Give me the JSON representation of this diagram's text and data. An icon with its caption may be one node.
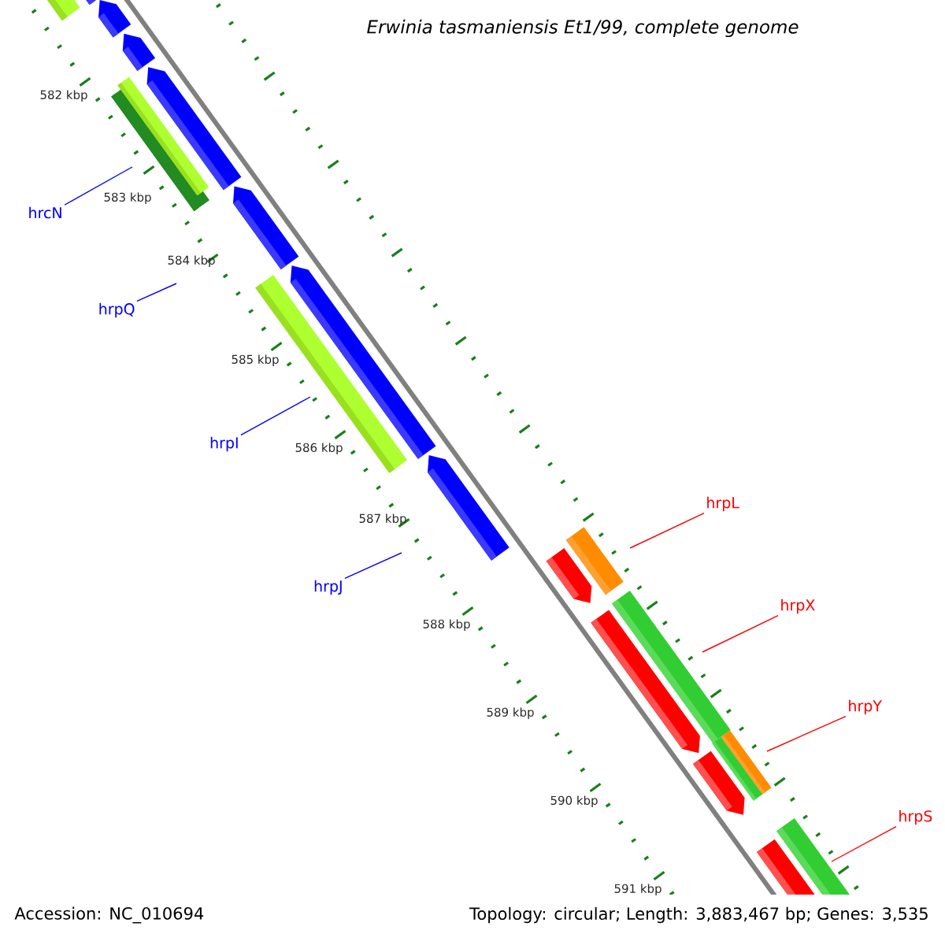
{
  "diagram": {
    "title": "Erwinia tasmaniensis Et1/99, complete genome",
    "nodes": [
      {
        "text": [
          "hrcN"
        ]
      },
      {
        "text": [
          "hrpQ"
        ]
      },
      {
        "text": [
          "hrpI"
        ]
      },
      {
        "text": [
          "hrpJ"
        ]
      },
      {
        "text": [
          "hrpL"
        ]
      },
      {
        "text": [
          "hrpX"
        ]
      },
      {
        "text": [
          "hrpY"
        ]
      },
      {
        "text": [
          "hrpS"
        ]
      }
    ],
    "edges": [
      {
        "from": 0,
        "to": null,
        "arrow": "none",
        "color": "#0000ff"
      },
      {
        "from": 1,
        "to": null,
        "arrow": "none",
        "color": "#0000ff"
      },
      {
        "from": 2,
        "to": null,
        "arrow": "none",
        "color": "#0000ff"
      },
      {
        "from": 3,
        "to": null,
        "arrow": "none",
        "color": "#0000ff"
      },
      {
        "from": 4,
        "to": null,
        "arrow": "none",
        "color": "#ff0000"
      },
      {
        "from": 5,
        "to": null,
        "arrow": "none",
        "color": "#ff0000"
      },
      {
        "from": 6,
        "to": null,
        "arrow": "none",
        "color": "#ff0000"
      },
      {
        "from": 7,
        "to": null,
        "arrow": "none",
        "color": "#ff0000"
      }
    ],
    "labels": [
      "582 kbp",
      "583 kbp",
      "584 kbp",
      "585 kbp",
      "586 kbp",
      "587 kbp",
      "588 kbp",
      "589 kbp",
      "590 kbp",
      "591 kbp",
      "Accession: NC_010694",
      "Topology: circular; Length: 3,883,467 bp; Genes: 3,535"
    ]
  }
}
